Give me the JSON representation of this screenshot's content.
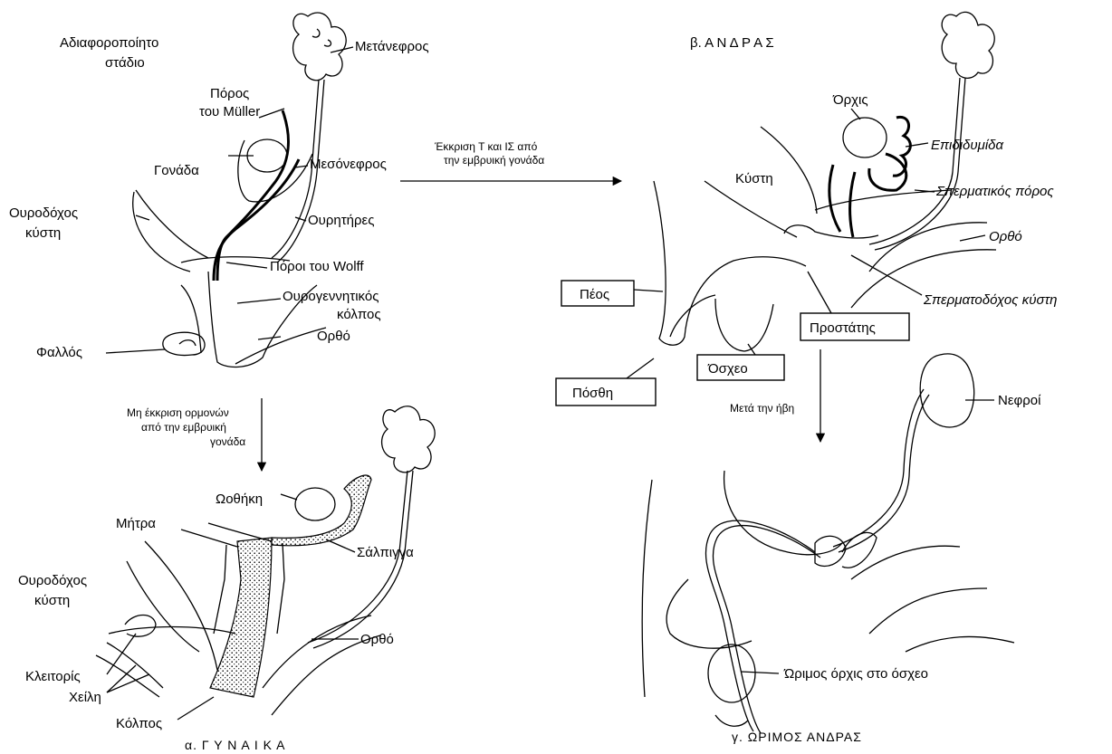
{
  "panel_a": {
    "stage_line1": "Αδιαφοροποίητο",
    "stage_line2": "στάδιο",
    "metanephros": "Μετάνεφρος",
    "muller_line1": "Πόρος",
    "muller_line2": "του Müller",
    "gonad": "Γονάδα",
    "mesonephros": "Μεσόνεφρος",
    "bladder_line1": "Ουροδόχος",
    "bladder_line2": "κύστη",
    "ureters": "Ουρητήρες",
    "wolff": "Πόροι του Wolff",
    "sinus_line1": "Ουρογεννητικός",
    "sinus_line2": "κόλπος",
    "rectum": "Ορθό",
    "phallus": "Φαλλός"
  },
  "arrow_male": {
    "line1": "Έκκριση Τ και ΙΣ από",
    "line2": "την εμβρυική γονάδα"
  },
  "arrow_female": {
    "line1": "Μη έκκριση ορμονών",
    "line2": "από την εμβρυική",
    "line3": "γονάδα"
  },
  "panel_female": {
    "ovary": "Ωοθήκη",
    "uterus": "Μήτρα",
    "tube": "Σάλπιγγα",
    "bladder_line1": "Ουροδόχος",
    "bladder_line2": "κύστη",
    "rectum": "Ορθό",
    "clitoris": "Κλειτορίς",
    "labia": "Χείλη",
    "vagina": "Κόλπος",
    "caption": "α. Γ Υ Ν Α Ι Κ Α"
  },
  "panel_male": {
    "title": "β. Α Ν Δ Ρ Α Σ",
    "testis": "Όρχις",
    "epididymis": "Επιδιδυμίδα",
    "bladder": "Κύστη",
    "vas": "Σπερματικός πόρος",
    "rectum": "Ορθό",
    "penis": "Πέος",
    "seminal": "Σπερματοδόχος κύστη",
    "prostate": "Προστάτης",
    "foreskin": "Πόσθη",
    "scrotum": "Όσχεο"
  },
  "arrow_adult": {
    "label": "Μετά την ήβη"
  },
  "panel_adult": {
    "kidneys": "Νεφροί",
    "mature_testis": "Ώριμος όρχις στο όσχεο",
    "caption": "γ. ΩΡΙΜΟΣ ΑΝΔΡΑΣ"
  }
}
